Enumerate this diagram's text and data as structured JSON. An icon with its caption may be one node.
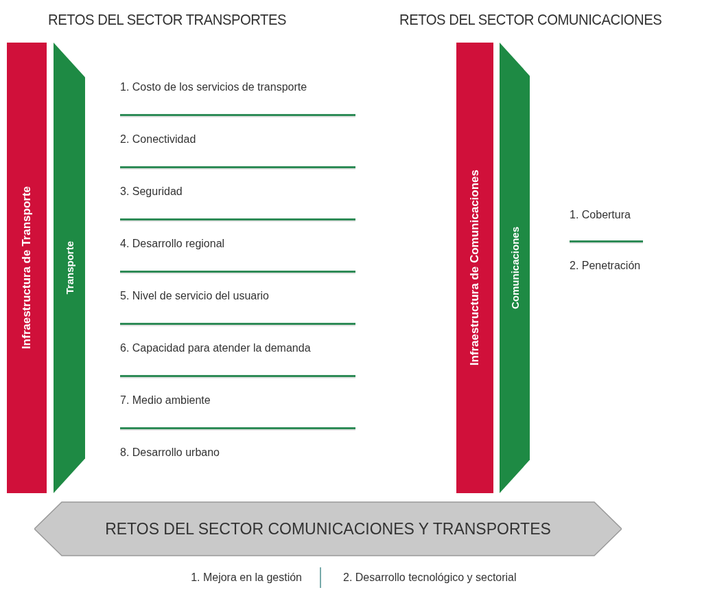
{
  "diagram": {
    "nodes": [
      {
        "text": [
          "Infraestructura de Transporte"
        ]
      },
      {
        "text": [
          "Transporte"
        ]
      },
      {
        "text": [
          "Infraestructura de Comunicaciones"
        ]
      },
      {
        "text": [
          "Comunicaciones"
        ]
      },
      {
        "text": [
          "RETOS DEL SECTOR COMUNICACIONES Y TRANSPORTES"
        ]
      }
    ],
    "edges": [],
    "labels": [
      "RETOS DEL SECTOR TRANSPORTES",
      "RETOS DEL SECTOR COMUNICACIONES",
      "1. Costo de los servicios de transporte",
      "2. Conectividad",
      "3. Seguridad",
      "4. Desarrollo regional",
      "5. Nivel de servicio del usuario",
      "6. Capacidad para atender la demanda",
      "7. Medio ambiente",
      "8. Desarrollo urbano",
      "1. Cobertura",
      "2. Penetración",
      "1. Mejora en la gestión",
      "2. Desarrollo tecnológico y sectorial"
    ]
  }
}
